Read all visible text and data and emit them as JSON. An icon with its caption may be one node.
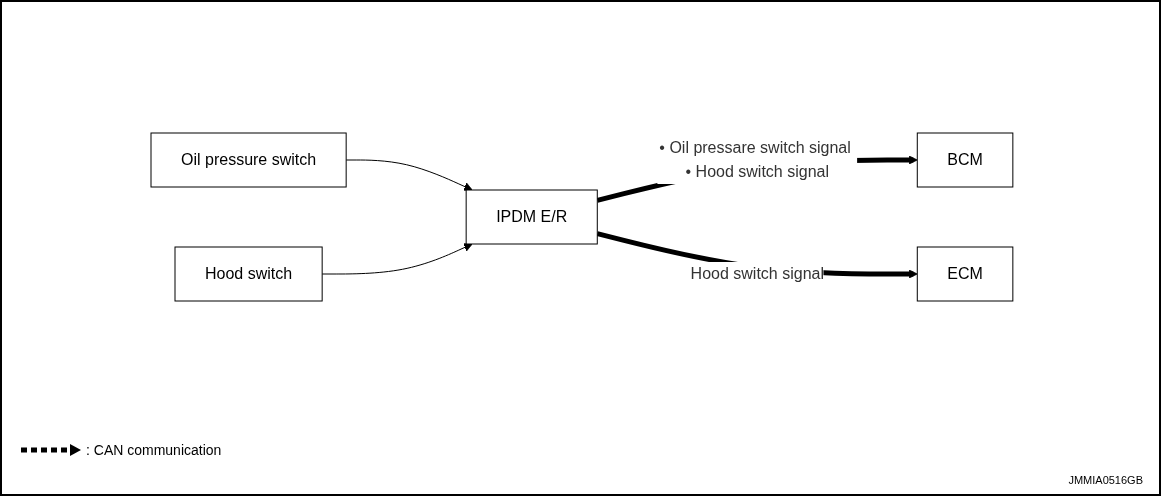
{
  "diagram": {
    "nodes": [
      {
        "text": [
          "Oil pressure switch"
        ]
      },
      {
        "text": [
          "Hood switch"
        ]
      },
      {
        "text": [
          "IPDM E/R"
        ]
      },
      {
        "text": [
          "BCM"
        ]
      },
      {
        "text": [
          "ECM"
        ]
      }
    ],
    "edges": [
      {
        "from": 0,
        "to": 2,
        "arrow": "to"
      },
      {
        "from": 1,
        "to": 2,
        "arrow": "to"
      },
      {
        "from": 2,
        "to": 3,
        "arrow": "to",
        "style": "thick",
        "label": "• Oil pressare switch signal • Hood switch signal"
      },
      {
        "from": 2,
        "to": 4,
        "arrow": "to",
        "style": "thick",
        "label": "Hood switch signal"
      }
    ],
    "labels": [
      "JMMIA0516GB"
    ],
    "legend": [
      {
        "text": ": CAN communication"
      }
    ]
  }
}
